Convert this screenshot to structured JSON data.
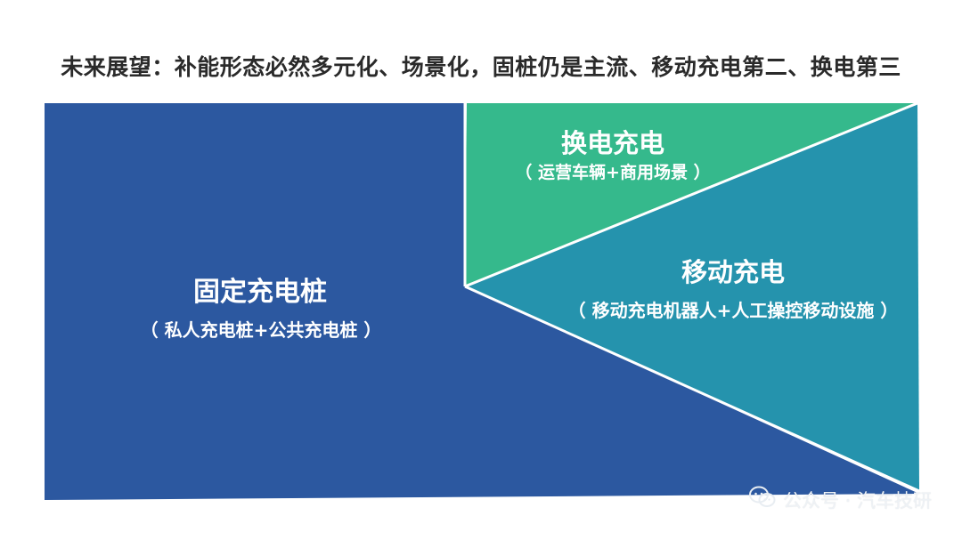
{
  "title": "未来展望：补能形态必然多元化、场景化，固桩仍是主流、移动充电第二、换电第三",
  "segments": {
    "fixed": {
      "title": "固定充电桩",
      "subtitle": "（ 私人充电桩+公共充电桩 ）",
      "color": "#2c58a0"
    },
    "swap": {
      "title": "换电充电",
      "subtitle": "（ 运营车辆+商用场景 ）",
      "color": "#35b98c"
    },
    "mobile": {
      "title": "移动充电",
      "subtitle": "（ 移动充电机器人+人工操控移动设施 ）",
      "color": "#2593ad"
    }
  },
  "watermark": {
    "text": "公众号 · 汽车技研",
    "icon": "wechat-icon"
  }
}
